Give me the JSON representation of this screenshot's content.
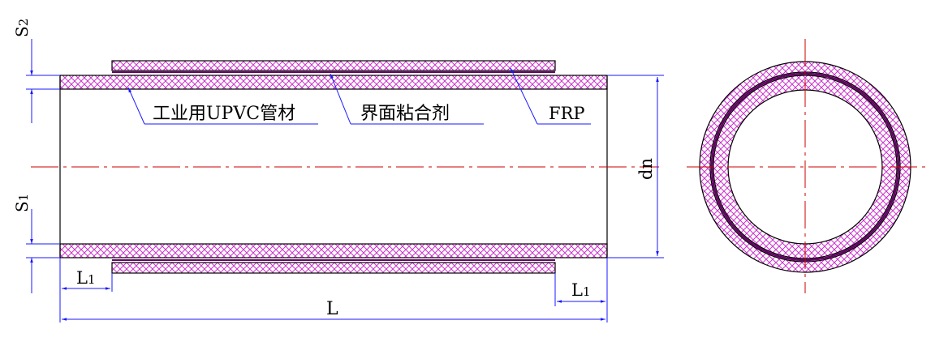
{
  "labels": {
    "upvc_pipe": "工业用UPVC管材",
    "adhesive": "界面粘合剂",
    "frp": "FRP"
  },
  "dimensions": {
    "s2": "S2",
    "s2_main": "S",
    "s2_sub": "2",
    "s1_main": "S",
    "s1_sub": "1",
    "dn": "dn",
    "l1_main": "L",
    "l1_sub": "1",
    "length": "L"
  },
  "colors": {
    "hatch": "#cc33cc",
    "outline": "#000000",
    "dimension": "#1a1aff",
    "centerline": "#cc0000",
    "adhesive": "#660066"
  }
}
